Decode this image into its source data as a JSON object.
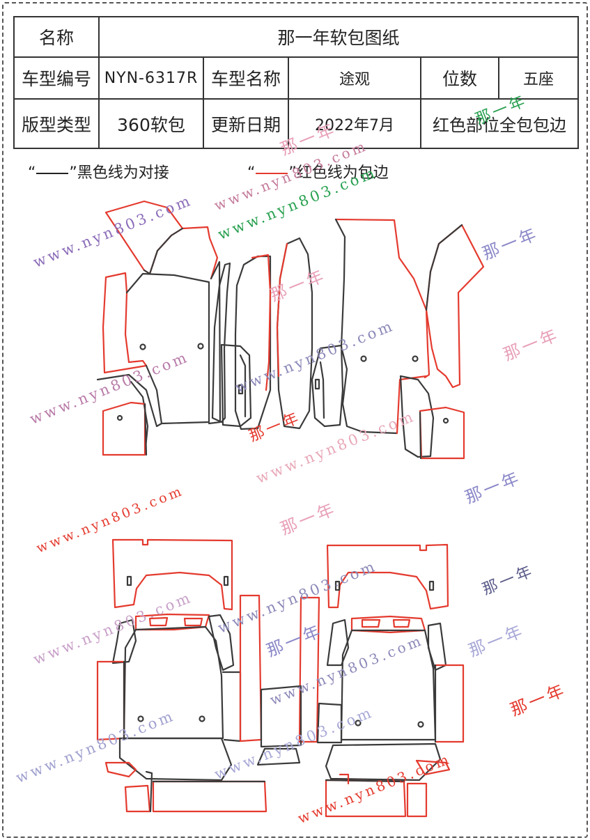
{
  "table": {
    "name_label": "名称",
    "name_value": "那一年软包图纸",
    "model_code_label": "车型编号",
    "model_code_value": "NYN-6317R",
    "model_name_label": "车型名称",
    "model_name_value": "途观",
    "seats_label": "位数",
    "seats_value": "五座",
    "pattern_type_label": "版型类型",
    "pattern_type_value": "360软包",
    "update_date_label": "更新日期",
    "update_date_value": "2022年7月",
    "note": "红色部位全包包边"
  },
  "legend": {
    "black_open": "“",
    "black_close": "”黑色线为对接",
    "red_open": "“",
    "red_close": "”红色线为包边"
  },
  "colors": {
    "black_line": "#3a3a3a",
    "red_line": "#e43a2e"
  },
  "watermarks": {
    "url": "www.nyn803.com",
    "brand": "那一年"
  }
}
